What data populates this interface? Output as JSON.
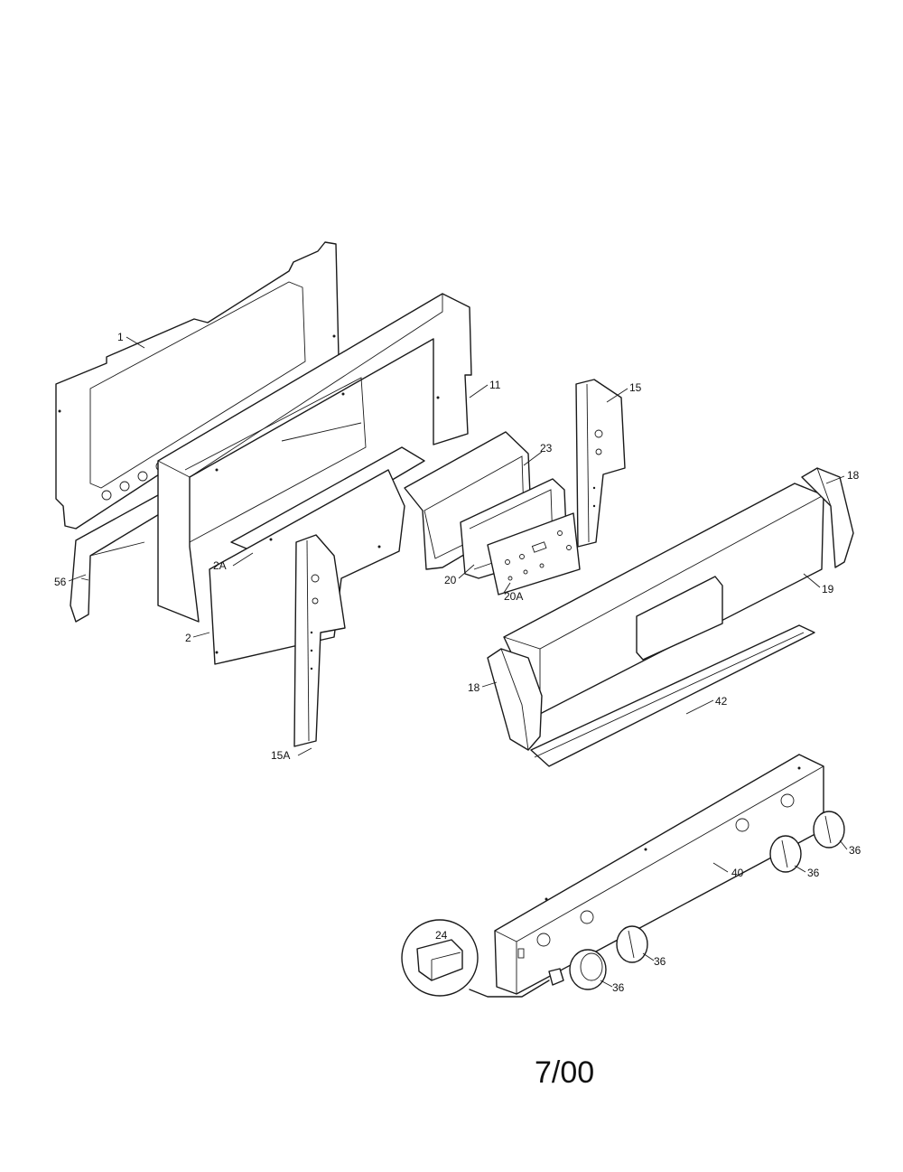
{
  "labels": {
    "p1": "1",
    "p11": "11",
    "p15": "15",
    "p23": "23",
    "p18_right": "18",
    "p2a": "2A",
    "p56": "56",
    "p20": "20",
    "p20a": "20A",
    "p19": "19",
    "p2": "2",
    "p18_left": "18",
    "p42": "42",
    "p15a": "15A",
    "p36_a": "36",
    "p36_b": "36",
    "p40": "40",
    "p36_c": "36",
    "p36_d": "36",
    "p24": "24"
  },
  "date_code": "7/00"
}
